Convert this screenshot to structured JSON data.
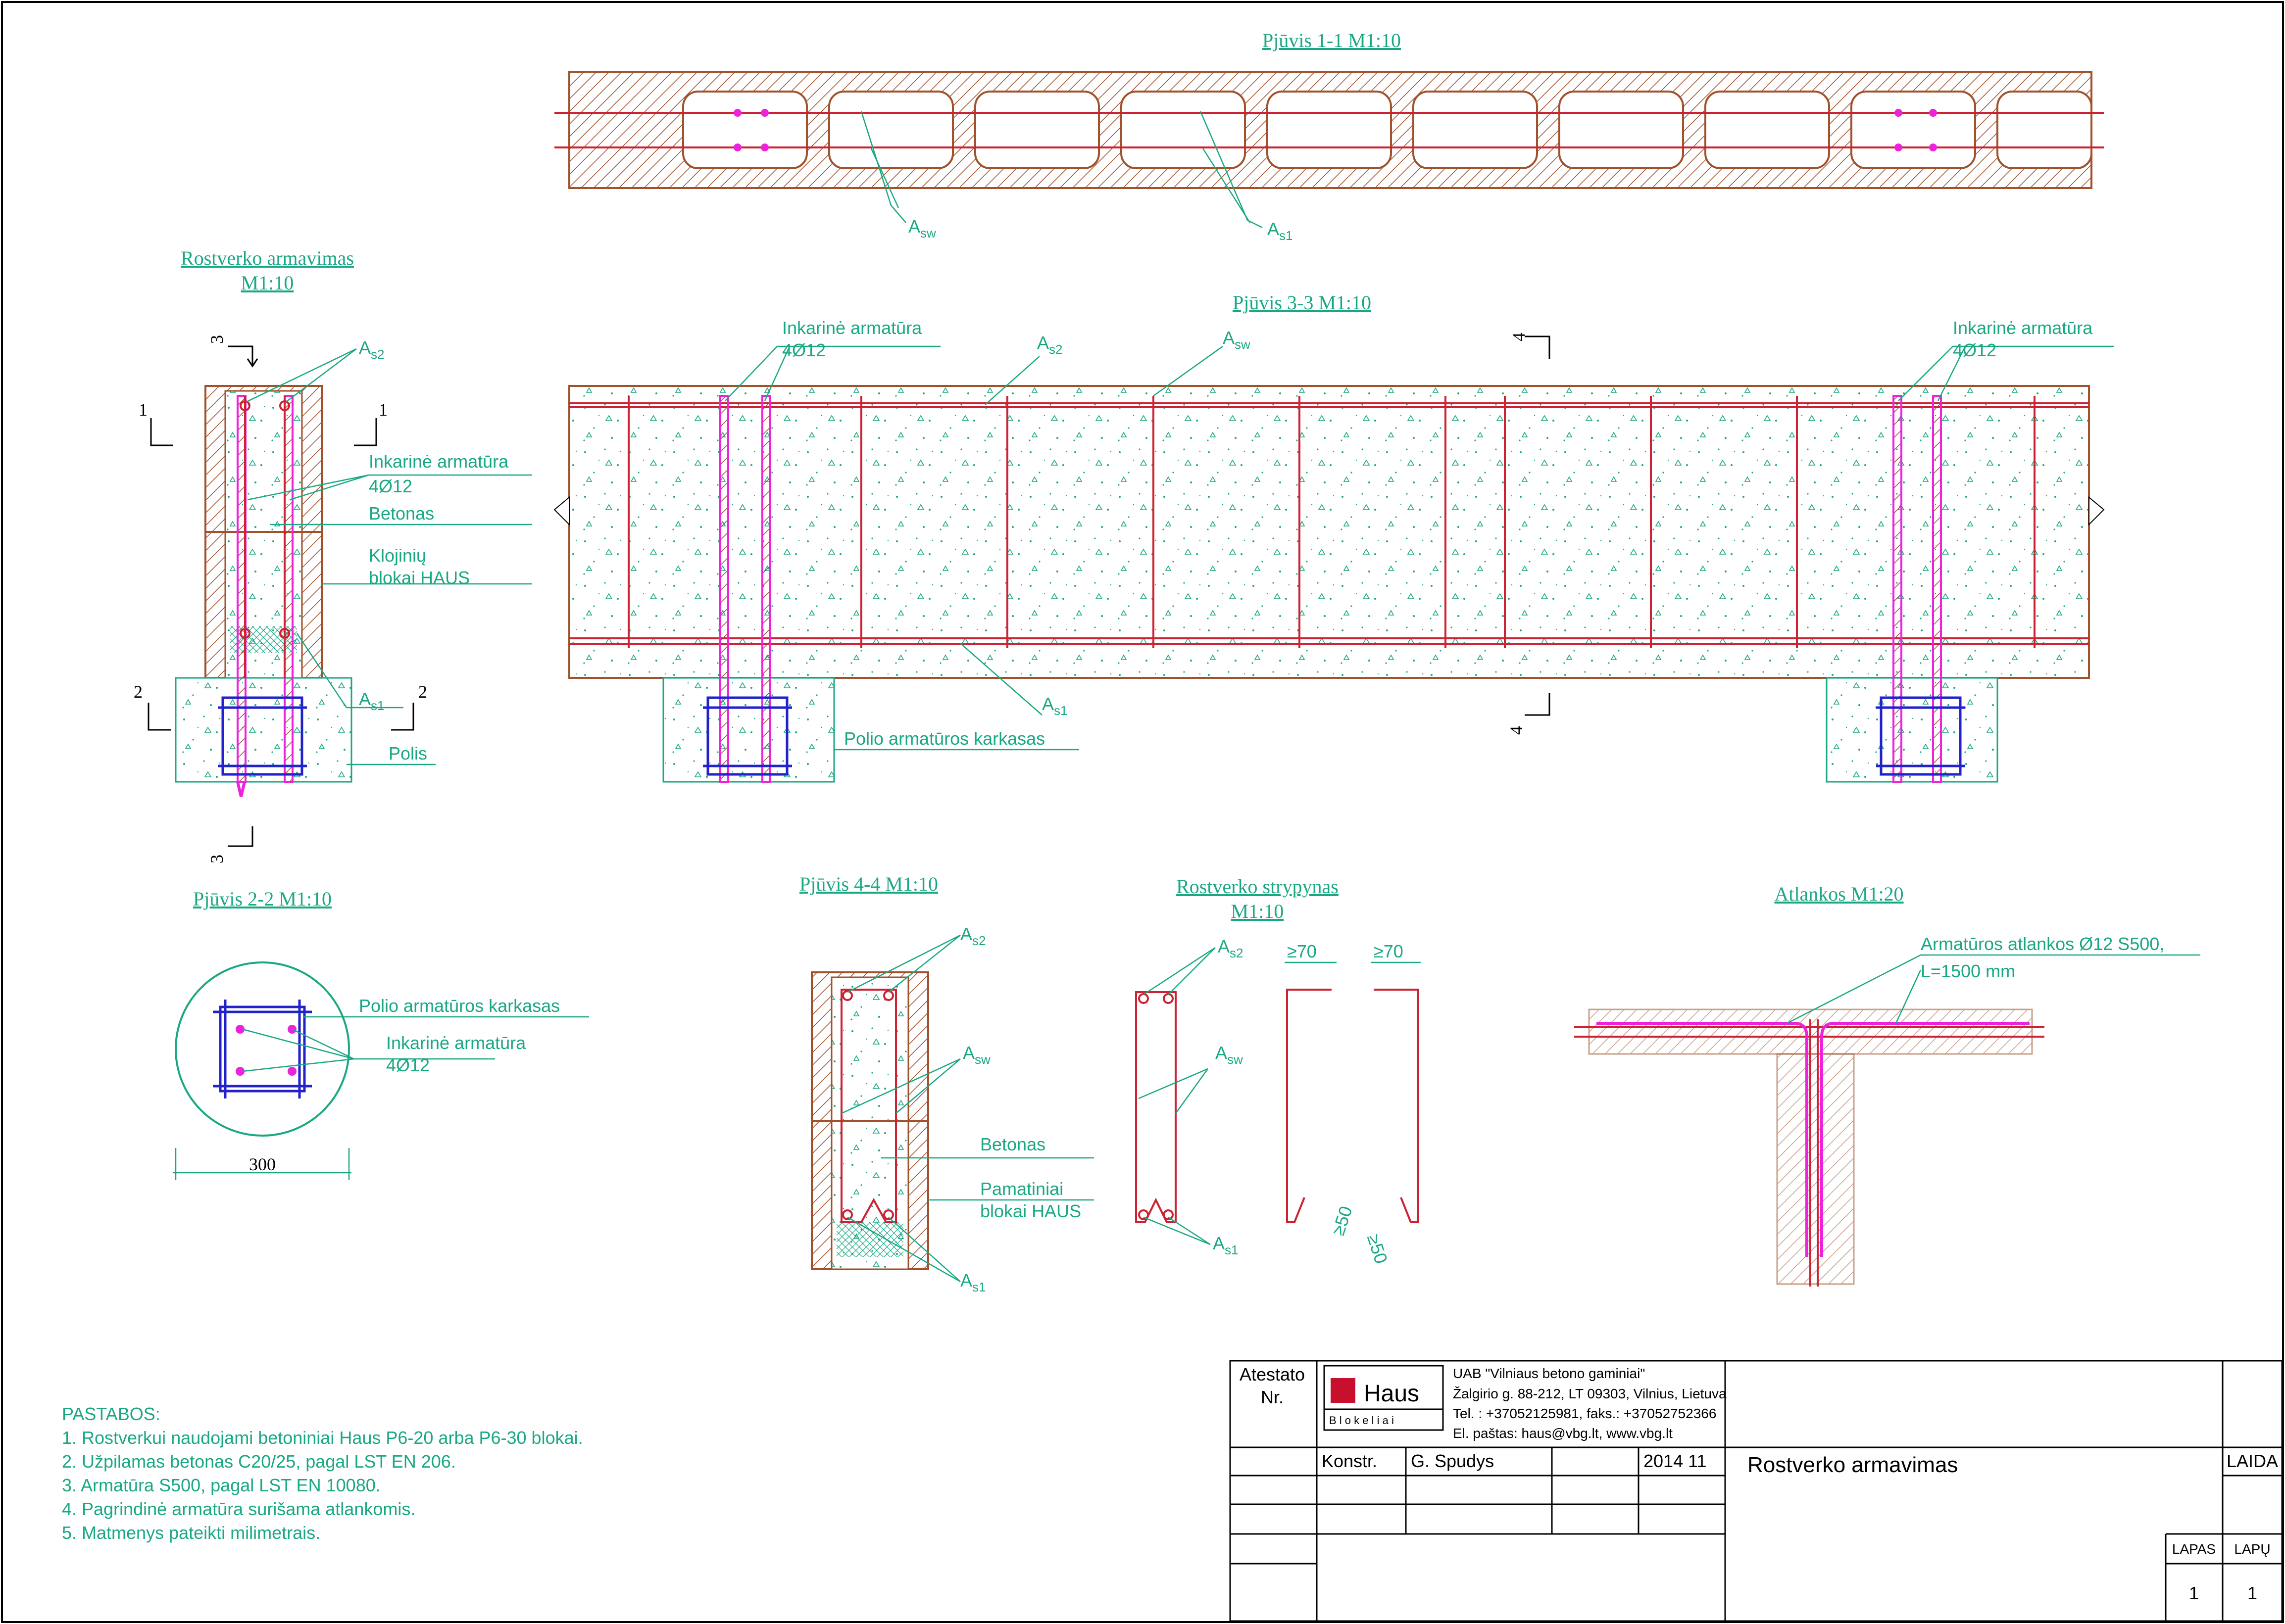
{
  "titles": {
    "section_1_1": "Pjūvis 1-1 M1:10",
    "rostverk_reinf_l1": "Rostverko armavimas",
    "rostverk_reinf_l2": "M1:10",
    "section_3_3": "Pjūvis 3-3 M1:10",
    "section_2_2": "Pjūvis 2-2 M1:10",
    "section_4_4": "Pjūvis 4-4 M1:10",
    "stirrup_l1": "Rostverko strypynas",
    "stirrup_l2": "M1:10",
    "laps": "Atlankos M1:20"
  },
  "labels": {
    "A": "A",
    "sw": "sw",
    "s1": "s1",
    "s2": "s2",
    "inkarine": "Inkarinė armatūra",
    "anchor_count": "4Ø12",
    "betonas": "Betonas",
    "klojiniu_l1": "Klojinių",
    "klojiniu_l2": "blokai HAUS",
    "polis": "Polis",
    "polio_karkasas": "Polio armatūros karkasas",
    "pamatiniai_l1": "Pamatiniai",
    "pamatiniai_l2": "blokai HAUS",
    "atlankos_l1": "Armatūros atlankos Ø12 S500,",
    "atlankos_l2": "L=1500 mm"
  },
  "section_marks": {
    "m1": "1",
    "m2": "2",
    "m3": "3",
    "m4": "4"
  },
  "dims": {
    "d300": "300",
    "d70": "≥70",
    "d50": "≥50"
  },
  "notes": {
    "heading": "PASTABOS:",
    "items": [
      "1. Rostverkui naudojami betoniniai Haus P6-20 arba P6-30 blokai.",
      "2. Užpilamas betonas C20/25, pagal LST EN 206.",
      "3. Armatūra S500, pagal LST EN 10080.",
      "4. Pagrindinė armatūra surišama atlankomis.",
      "5. Matmenys pateikti milimetrais."
    ]
  },
  "title_block": {
    "atestato_l1": "Atestato",
    "atestato_l2": "Nr.",
    "logo_text": "Haus",
    "logo_sub": "B l o k e l i a i",
    "company": "UAB \"Vilniaus betono gaminiai\"",
    "address": "Žalgirio g. 88-212, LT 09303, Vilnius, Lietuva",
    "phone": "Tel. : +37052125981, faks.: +37052752366",
    "email": "El. paštas: haus@vbg.lt, www.vbg.lt",
    "konstr": "Konstr.",
    "author": "G. Spudys",
    "date": "2014 11",
    "drawing_title": "Rostverko armavimas",
    "laida": "LAIDA",
    "lapas": "LAPAS",
    "lapu": "LAPŲ",
    "lapas_val": "1",
    "lapu_val": "1"
  },
  "colors": {
    "annotation": "#1aa884",
    "rebar": "#cc2233",
    "anchor": "#ee22dd",
    "cage": "#2222cc",
    "formwork": "#a0522d"
  }
}
